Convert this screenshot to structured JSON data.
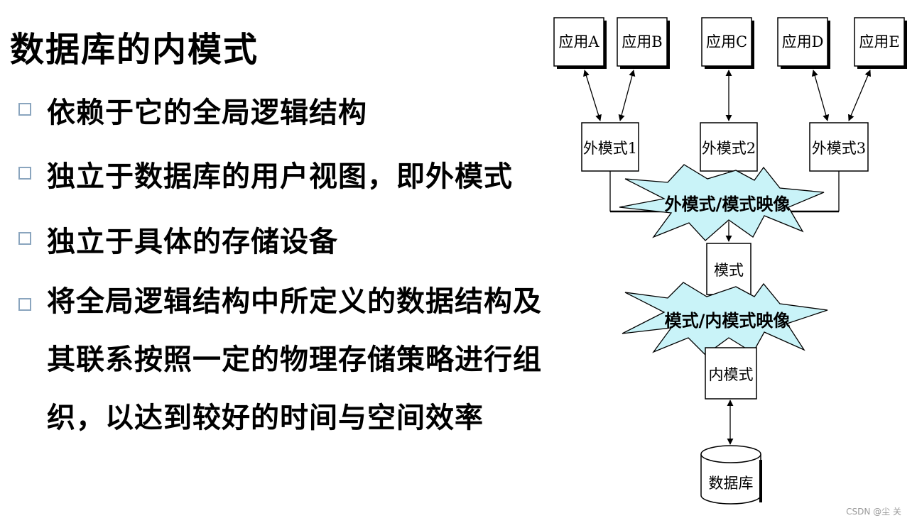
{
  "slide": {
    "title": "数据库的内模式",
    "bullets": [
      "依赖于它的全局逻辑结构",
      "独立于数据库的用户视图，即外模式",
      "独立于具体的存储设备",
      "将全局逻辑结构中所定义的数据结构及其联系按照一定的物理存储策略进行组织，以达到较好的时间与空间效率"
    ]
  },
  "diagram": {
    "apps": [
      "应用A",
      "应用B",
      "应用C",
      "应用D",
      "应用E"
    ],
    "external_schemas": [
      "外模式1",
      "外模式2",
      "外模式3"
    ],
    "mapping_external": "外模式/模式映像",
    "schema": "模式",
    "mapping_internal": "模式/内模式映像",
    "internal_schema": "内模式",
    "database": "数据库",
    "colors": {
      "burst_fill": "#c9f3f8",
      "stroke": "#000000",
      "bullet_border": "#8aa5be"
    }
  },
  "watermark": "CSDN @尘  关"
}
